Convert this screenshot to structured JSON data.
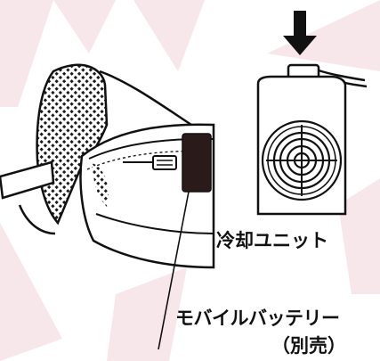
{
  "labels": {
    "cooling_unit": "冷却ユニット",
    "mobile_battery": "モバイルバッテリー",
    "sold_separately": "（別売）"
  },
  "colors": {
    "background": "#ffffff",
    "watermark": "#f7e6ea",
    "line": "#111111",
    "battery": "#2a1a1a"
  },
  "icons": [
    "down-arrow-icon",
    "speaker-grille-icon",
    "usb-cable-icon"
  ]
}
